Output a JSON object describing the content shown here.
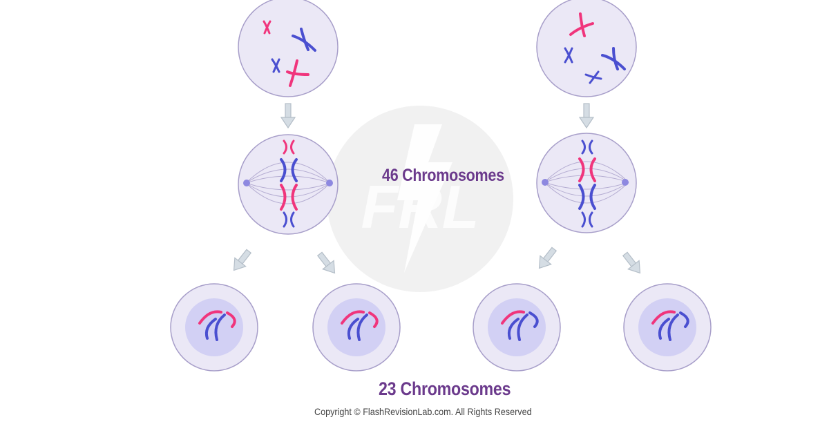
{
  "labels": {
    "before_division": "46 Chromosomes",
    "after_division": "23 Chromosomes",
    "copyright": "Copyright © FlashRevisionLab.com. All Rights Reserved"
  },
  "watermark": {
    "text": "FRL"
  },
  "colors": {
    "cell_fill": "#ebe8f6",
    "cell_stroke": "#a79ec9",
    "nucleus_fill": "#d2d0f4",
    "chromosome_pink": "#f0357c",
    "chromosome_blue": "#4a4fd0",
    "arrow": "#b4bec8",
    "label_text": "#6b3a8c"
  }
}
